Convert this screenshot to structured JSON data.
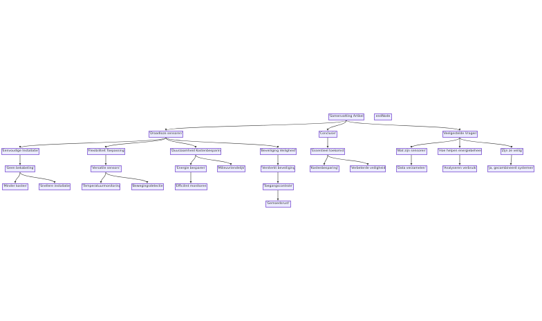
{
  "diagram": {
    "nodes": [
      {
        "id": "root",
        "label": "'Samenvatting Artikel'"
      },
      {
        "id": "end",
        "label": "endNode"
      },
      {
        "id": "draadloze",
        "label": "'Draadloze sensoren'"
      },
      {
        "id": "conclusie",
        "label": "'Conclusie'"
      },
      {
        "id": "vragen",
        "label": "'Veelgestelde Vragen'"
      },
      {
        "id": "eenvoudige",
        "label": "'Eenvoudige Installatie'"
      },
      {
        "id": "flexibiliteit",
        "label": "'Flexibiliteit Toepassing'"
      },
      {
        "id": "duurzaamheid",
        "label": "'Duurzaamheid Kostenbesparing'"
      },
      {
        "id": "beveiliging",
        "label": "'Beveiliging Veiligheid'"
      },
      {
        "id": "essentieel",
        "label": "'Essentieel toekomst'"
      },
      {
        "id": "watzijn",
        "label": "'Wat zijn sensoren'"
      },
      {
        "id": "hoehelpen",
        "label": "'Hoe helpen energiebeheer'"
      },
      {
        "id": "zijnveilig",
        "label": "'Zijn ze veilig'"
      },
      {
        "id": "bekabeling",
        "label": "'Geen bekabeling'"
      },
      {
        "id": "versatile",
        "label": "'Versatile sensors'"
      },
      {
        "id": "energiebesparen",
        "label": "'Energie besparen'"
      },
      {
        "id": "milieu",
        "label": "'Milieuvriendelijk'"
      },
      {
        "id": "versterkt",
        "label": "'Versterkt beveiliging'"
      },
      {
        "id": "kosten",
        "label": "'Kostenbesparing'"
      },
      {
        "id": "verbeterde",
        "label": "'Verbeterde veiligheid'"
      },
      {
        "id": "data",
        "label": "'Data verzamelen'"
      },
      {
        "id": "analyseren",
        "label": "'Analyseren verbruik'"
      },
      {
        "id": "ja",
        "label": "'Ja, gecombineerd systemen'"
      },
      {
        "id": "minder",
        "label": "'Minder kosten'"
      },
      {
        "id": "snellere",
        "label": "'Snellere installatie'"
      },
      {
        "id": "temperatuur",
        "label": "'Temperatuurmonitoring'"
      },
      {
        "id": "beweging",
        "label": "'Bewegingsdetectie'"
      },
      {
        "id": "efficient",
        "label": "'Efficiënt monitoren'"
      },
      {
        "id": "toegang",
        "label": "'Toegangscontrole'"
      },
      {
        "id": "gemoedsrust",
        "label": "'Gemoedsrust'"
      }
    ],
    "edges": [
      [
        "root",
        "draadloze"
      ],
      [
        "root",
        "conclusie"
      ],
      [
        "root",
        "vragen"
      ],
      [
        "draadloze",
        "eenvoudige"
      ],
      [
        "draadloze",
        "flexibiliteit"
      ],
      [
        "draadloze",
        "duurzaamheid"
      ],
      [
        "draadloze",
        "beveiliging"
      ],
      [
        "conclusie",
        "essentieel"
      ],
      [
        "vragen",
        "watzijn"
      ],
      [
        "vragen",
        "hoehelpen"
      ],
      [
        "vragen",
        "zijnveilig"
      ],
      [
        "eenvoudige",
        "bekabeling"
      ],
      [
        "bekabeling",
        "minder"
      ],
      [
        "bekabeling",
        "snellere"
      ],
      [
        "flexibiliteit",
        "versatile"
      ],
      [
        "versatile",
        "temperatuur"
      ],
      [
        "versatile",
        "beweging"
      ],
      [
        "duurzaamheid",
        "energiebesparen"
      ],
      [
        "duurzaamheid",
        "milieu"
      ],
      [
        "energiebesparen",
        "efficient"
      ],
      [
        "beveiliging",
        "versterkt"
      ],
      [
        "versterkt",
        "toegang"
      ],
      [
        "toegang",
        "gemoedsrust"
      ],
      [
        "essentieel",
        "kosten"
      ],
      [
        "essentieel",
        "verbeterde"
      ],
      [
        "watzijn",
        "data"
      ],
      [
        "hoehelpen",
        "analyseren"
      ],
      [
        "zijnveilig",
        "ja"
      ]
    ],
    "colors": {
      "node_fill": "#ECECFF",
      "node_border": "#9370DB",
      "edge": "#333333",
      "text": "#333333"
    }
  }
}
